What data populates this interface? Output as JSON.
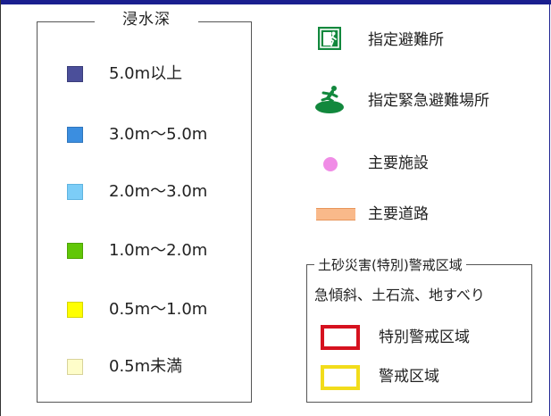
{
  "depth_legend": {
    "title": "浸水深",
    "items": [
      {
        "label": "5.0m以上",
        "color": "#4b4f9a"
      },
      {
        "label": "3.0m〜5.0m",
        "color": "#3b8ee0"
      },
      {
        "label": "2.0m〜3.0m",
        "color": "#7ccdf7"
      },
      {
        "label": "1.0m〜2.0m",
        "color": "#61c707"
      },
      {
        "label": "0.5m〜1.0m",
        "color": "#ffff00"
      },
      {
        "label": "0.5m未満",
        "color": "#fefdc9"
      }
    ]
  },
  "symbols": {
    "shelter": {
      "label": "指定避難所",
      "icon": "emergency-exit-icon",
      "color": "#12883d"
    },
    "evacuation_site": {
      "label": "指定緊急避難場所",
      "icon": "running-person-on-ground-icon",
      "color": "#12883d"
    },
    "facility": {
      "label": "主要施設",
      "color": "#f08ce6"
    },
    "road": {
      "label": "主要道路",
      "color": "#f9b98a"
    }
  },
  "sediment_legend": {
    "title": "土砂災害(特別)警戒区域",
    "subtitle": "急傾斜、土石流、地すべり",
    "items": [
      {
        "label": "特別警戒区域",
        "color": "#d6121f"
      },
      {
        "label": "警戒区域",
        "color": "#f2dc1a"
      }
    ]
  }
}
